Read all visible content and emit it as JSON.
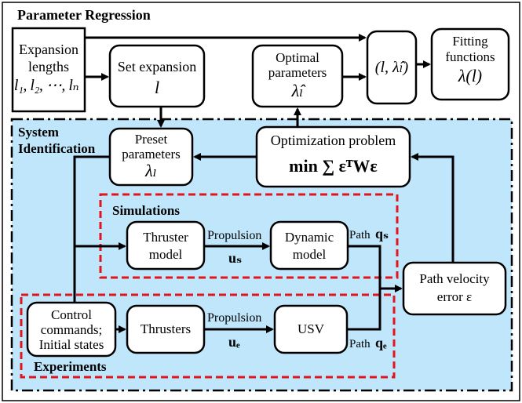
{
  "title": "Parameter Regression",
  "system_id_label": [
    "System",
    "Identification"
  ],
  "simulations_label": "Simulations",
  "experiments_label": "Experiments",
  "boxes": {
    "expansion": [
      "Expansion",
      "lengths",
      "l₁, l₂, ⋯, lₙ"
    ],
    "set_expansion": [
      "Set expansion",
      "l"
    ],
    "optimal_params": [
      "Optimal",
      "parameters",
      "λ̂ₗ"
    ],
    "pair": "(l, λ̂ₗ)",
    "fitting": [
      "Fitting",
      "functions",
      "λ(l)"
    ],
    "preset": [
      "Preset",
      "parameters",
      "λₗ"
    ],
    "optimization": [
      "Optimization problem",
      "min ∑ εᵀWε"
    ],
    "thruster_model": [
      "Thruster",
      "model"
    ],
    "dynamic_model": [
      "Dynamic",
      "model"
    ],
    "control": [
      "Control",
      "commands;",
      "Initial states"
    ],
    "thrusters": "Thrusters",
    "usv": "USV",
    "path_error": [
      "Path velocity",
      "error ε"
    ]
  },
  "edge_labels": {
    "prop_sim": "Propulsion",
    "u_s": "uₛ",
    "path_sim": "Path",
    "q_s": "qₛ",
    "prop_exp": "Propulsion",
    "u_e": "uₑ",
    "path_exp": "Path",
    "q_e": "qₑ"
  },
  "colors": {
    "system_bg": "#bfe6fb",
    "dashed_red": "#e0161c",
    "box_fill": "#ffffff",
    "stroke": "#000000"
  }
}
